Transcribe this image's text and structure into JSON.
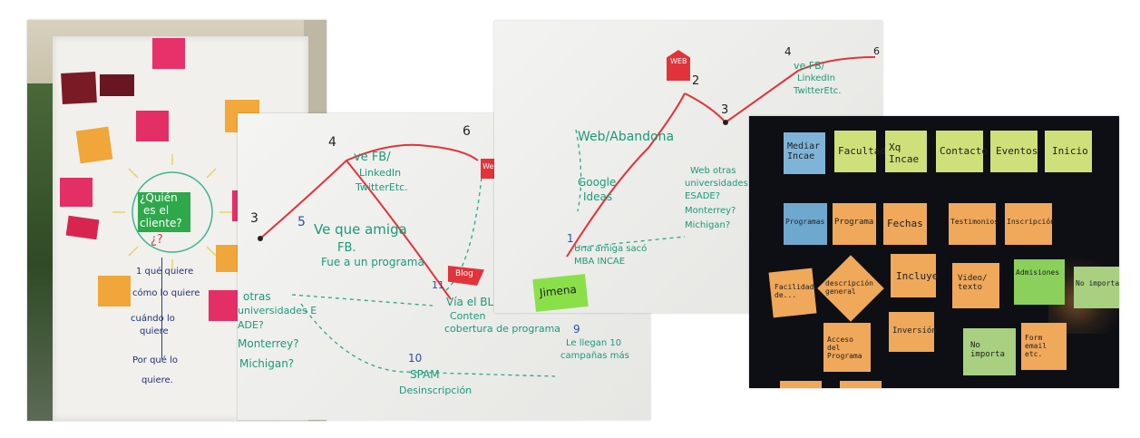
{
  "photo1": {
    "center": [
      "¿Quién",
      "es el",
      "cliente?"
    ],
    "question_mark": "¿?",
    "lines": [
      "1 qué quiere",
      "cómo lo quiere",
      "cuándo lo",
      "quiere",
      "Por qué lo",
      "quiere."
    ]
  },
  "photo2": {
    "labels": {
      "n4": "4",
      "n6": "6",
      "n3": "3",
      "n5": "5",
      "n11": "11",
      "n10": "10",
      "fb": "ve FB/",
      "linkedin": "LinkedIn",
      "twitter": "TwitterEtc.",
      "amiga1": "Ve que amiga",
      "amiga2": "FB.",
      "amiga3": "Fue a un programa",
      "blog": "Blog",
      "web": "Web",
      "via1": "Vía el BL",
      "via2": "Conten",
      "via3": "cobertura de programa",
      "otras1": "otras",
      "otras2": "universidades E",
      "otras3": "ADE?",
      "otras4": "Monterrey?",
      "otras5": "Michigan?",
      "spam1": "SPAM",
      "spam2": "Desinscripción",
      "n9": "9",
      "llegan1": "Le llegan 10",
      "llegan2": "campañas más"
    }
  },
  "photo3": {
    "labels": {
      "web": "WEB",
      "n2": "2",
      "n1": "1",
      "n3": "3",
      "n4": "4",
      "n6": "6",
      "webab1": "Web/Abandona",
      "google1": "Google",
      "google2": "Ideas",
      "amiga1": "Una amiga sacó",
      "amiga2": "MBA INCAE",
      "otras1": "Web otras",
      "otras2": "universidades E",
      "otras3": "ESADE?",
      "otras4": "Monterrey?",
      "otras5": "Michigan?",
      "fb1": "ve FB/",
      "fb2": "LinkedIn",
      "fb3": "TwitterEtc.",
      "sticky": "Jimena"
    }
  },
  "photo4": {
    "row1": [
      "Mediar Incae",
      "Facultad",
      "Xq Incae",
      "Contacto",
      "Eventos",
      "Inicio"
    ],
    "row2": [
      "Programas",
      "Programa",
      "Fechas",
      "Testimonios",
      "Inscripción"
    ],
    "row3": [
      "Facilidad de...",
      "descripción general",
      "Incluye",
      "Video/ texto",
      "Admisiones",
      "No importa"
    ],
    "row4": [
      "Acceso del Programa",
      "Inversión",
      "No importa",
      "Form email etc."
    ]
  }
}
